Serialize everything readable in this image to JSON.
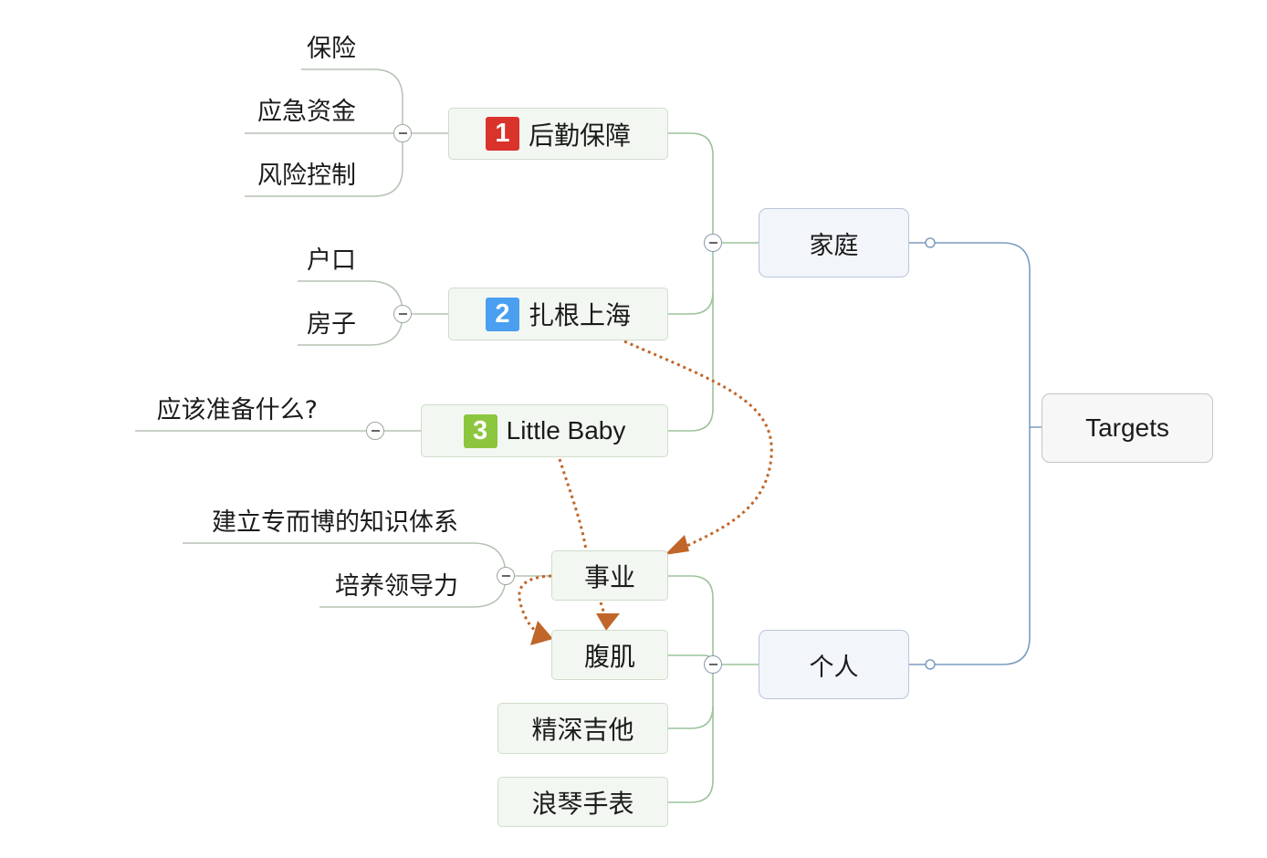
{
  "root": {
    "label": "Targets"
  },
  "branches": {
    "family": {
      "label": "家庭",
      "children": {
        "logistics": {
          "badge": "1",
          "badge_color": "#d9332b",
          "label": "后勤保障",
          "leaves": [
            "保险",
            "应急资金",
            "风险控制"
          ]
        },
        "shanghai": {
          "badge": "2",
          "badge_color": "#4a9ff0",
          "label": "扎根上海",
          "leaves": [
            "户口",
            "房子"
          ]
        },
        "baby": {
          "badge": "3",
          "badge_color": "#8cc63f",
          "label": "Little Baby",
          "leaves": [
            "应该准备什么?"
          ]
        }
      }
    },
    "personal": {
      "label": "个人",
      "children": {
        "career": {
          "label": "事业",
          "leaves": [
            "建立专而博的知识体系",
            "培养领导力"
          ]
        },
        "abs": {
          "label": "腹肌"
        },
        "guitar": {
          "label": "精深吉他"
        },
        "longines": {
          "label": "浪琴手表"
        }
      }
    }
  },
  "colors": {
    "relationship": "#c0662a",
    "family_line": "#9cc39a",
    "main_line": "#7c9cc0",
    "leaf_line": "#b5c2b3"
  }
}
